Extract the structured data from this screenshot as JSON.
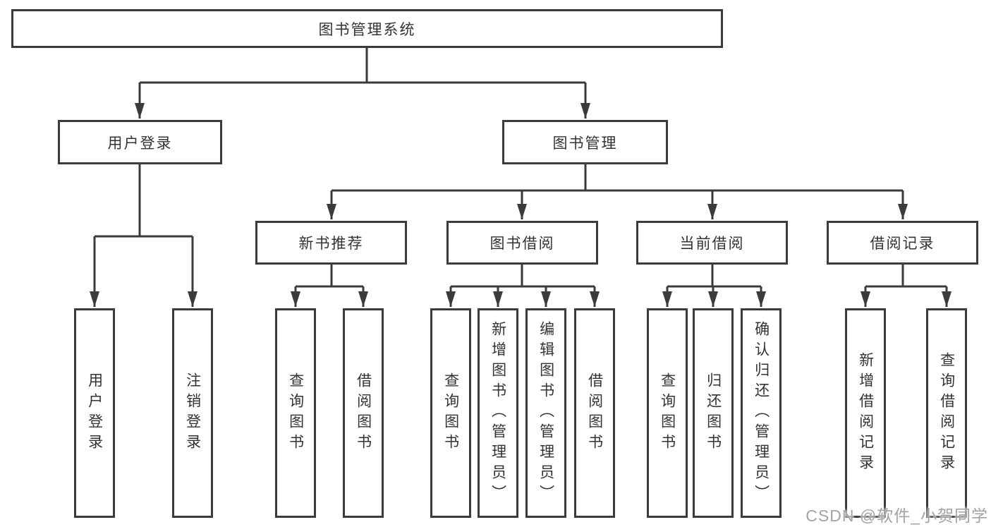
{
  "diagram": {
    "type": "tree",
    "root": {
      "label": "图书管理系统",
      "children": [
        {
          "label": "用户登录",
          "children": [
            {
              "label": "用户登录"
            },
            {
              "label": "注销登录"
            }
          ]
        },
        {
          "label": "图书管理",
          "children": [
            {
              "label": "新书推荐",
              "children": [
                {
                  "label": "查询图书"
                },
                {
                  "label": "借阅图书"
                }
              ]
            },
            {
              "label": "图书借阅",
              "children": [
                {
                  "label": "查询图书"
                },
                {
                  "label": "新增图书（管理员）"
                },
                {
                  "label": "编辑图书（管理员）"
                },
                {
                  "label": "借阅图书"
                }
              ]
            },
            {
              "label": "当前借阅",
              "children": [
                {
                  "label": "查询图书"
                },
                {
                  "label": "归还图书"
                },
                {
                  "label": "确认归还（管理员）"
                }
              ]
            },
            {
              "label": "借阅记录",
              "children": [
                {
                  "label": "新增借阅记录"
                },
                {
                  "label": "查询借阅记录"
                }
              ]
            }
          ]
        }
      ]
    }
  },
  "watermark": "CSDN @软件_小贺同学",
  "colors": {
    "line": "#3b3b3b",
    "text": "#333333",
    "background": "#ffffff",
    "watermark": "#a3a3a3"
  }
}
